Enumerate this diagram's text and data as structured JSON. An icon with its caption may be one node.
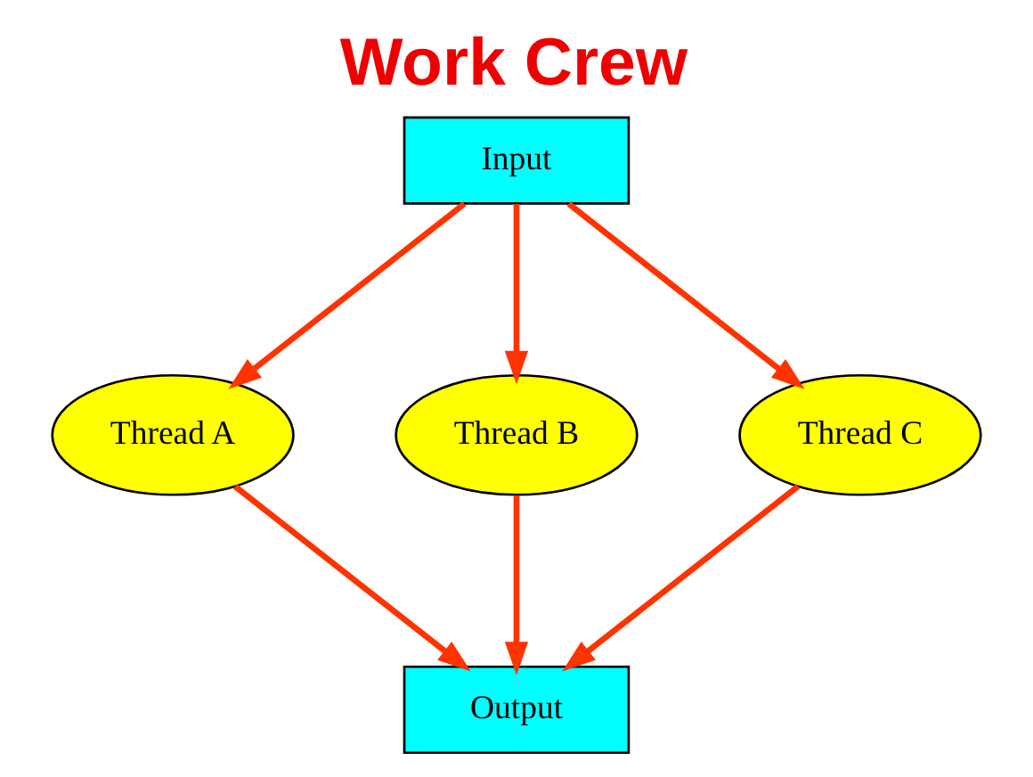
{
  "diagram": {
    "title": "Work Crew",
    "nodes": [
      {
        "text": [
          "Input"
        ]
      },
      {
        "text": [
          "Thread A"
        ]
      },
      {
        "text": [
          "Thread B"
        ]
      },
      {
        "text": [
          "Thread C"
        ]
      },
      {
        "text": [
          "Output"
        ]
      }
    ],
    "edges": [
      {
        "from": 0,
        "to": 1,
        "arrow": "to"
      },
      {
        "from": 0,
        "to": 2,
        "arrow": "to"
      },
      {
        "from": 0,
        "to": 3,
        "arrow": "to"
      },
      {
        "from": 1,
        "to": 4,
        "arrow": "to"
      },
      {
        "from": 2,
        "to": 4,
        "arrow": "to"
      },
      {
        "from": 3,
        "to": 4,
        "arrow": "to"
      }
    ]
  }
}
